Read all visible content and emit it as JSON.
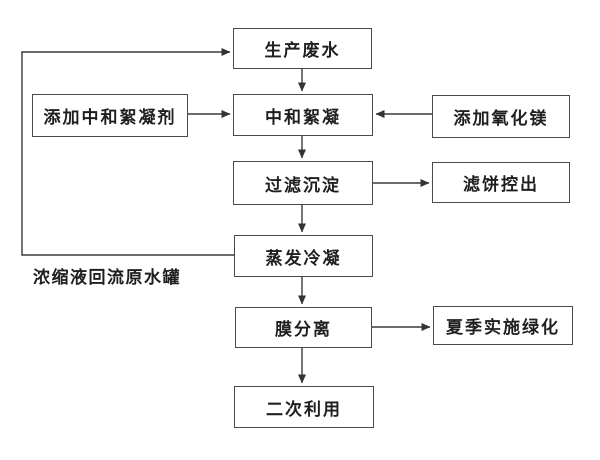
{
  "diagram": {
    "title": "wastewater-treatment-flowchart",
    "nodes": {
      "production_wastewater": "生产废水",
      "add_neutralizing_flocculant": "添加中和絮凝剂",
      "neutralization_flocculation": "中和絮凝",
      "add_magnesium_oxide": "添加氧化镁",
      "filtration_sedimentation": "过滤沉淀",
      "filter_cake_out": "滤饼控出",
      "evaporation_condensation": "蒸发冷凝",
      "membrane_separation": "膜分离",
      "summer_greening": "夏季实施绿化",
      "secondary_use": "二次利用"
    },
    "edge_label": "浓缩液回流原水罐",
    "edges": [
      {
        "from": "生产废水",
        "to": "中和絮凝"
      },
      {
        "from": "添加中和絮凝剂",
        "to": "中和絮凝"
      },
      {
        "from": "添加氧化镁",
        "to": "中和絮凝"
      },
      {
        "from": "中和絮凝",
        "to": "过滤沉淀"
      },
      {
        "from": "过滤沉淀",
        "to": "滤饼控出"
      },
      {
        "from": "过滤沉淀",
        "to": "蒸发冷凝"
      },
      {
        "from": "蒸发冷凝",
        "to": "膜分离"
      },
      {
        "from": "蒸发冷凝",
        "to": "生产废水",
        "label": "浓缩液回流原水罐"
      },
      {
        "from": "膜分离",
        "to": "夏季实施绿化"
      },
      {
        "from": "膜分离",
        "to": "二次利用"
      }
    ],
    "colors": {
      "line": "#3a3a3a",
      "box_border": "#4a4a4a",
      "text": "#1f1f1f",
      "background": "#ffffff"
    }
  }
}
